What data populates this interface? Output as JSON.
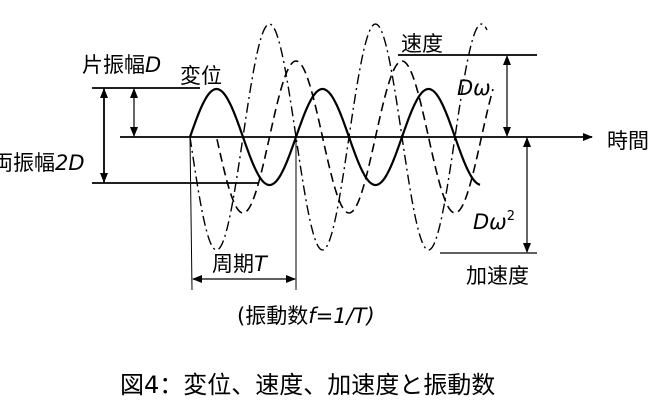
{
  "labels": {
    "single_amplitude": "片振幅",
    "single_amplitude_symbol": "D",
    "displacement": "変位",
    "double_amplitude": "両振幅",
    "double_amplitude_symbol": "2D",
    "velocity": "速度",
    "velocity_amplitude": "Dω",
    "time": "時間",
    "acceleration_amplitude_base": "Dω",
    "acceleration_amplitude_exp": "2",
    "acceleration": "加速度",
    "period": "周期",
    "period_symbol": "T",
    "frequency_open": "(振動数",
    "frequency_formula": "f=1/T)"
  },
  "caption": "図4：変位、速度、加速度と振動数",
  "colors": {
    "line": "#000000",
    "background": "#ffffff"
  }
}
